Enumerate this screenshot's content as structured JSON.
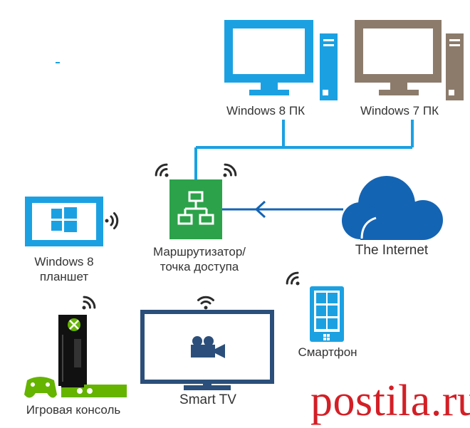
{
  "labels": {
    "win8_pc": "Windows 8 ПК",
    "win7_pc": "Windows 7 ПК",
    "router_line1": "Маршрутизатор/",
    "router_line2": "точка доступа",
    "internet": "The Internet",
    "tablet_line1": "Windows 8",
    "tablet_line2": "планшет",
    "smartphone": "Смартфон",
    "smart_tv": "Smart TV",
    "console": "Игровая консоль"
  },
  "watermark": "postila.ru",
  "colors": {
    "windows_blue": "#1ba1e2",
    "win7_brown": "#8c7b6b",
    "router_green": "#2ca24a",
    "cloud_blue": "#1464b4",
    "tv_navy": "#2b4f7a",
    "console_green": "#64b400",
    "link_blue": "#0a84d6",
    "watermark_red": "#d31f26"
  }
}
